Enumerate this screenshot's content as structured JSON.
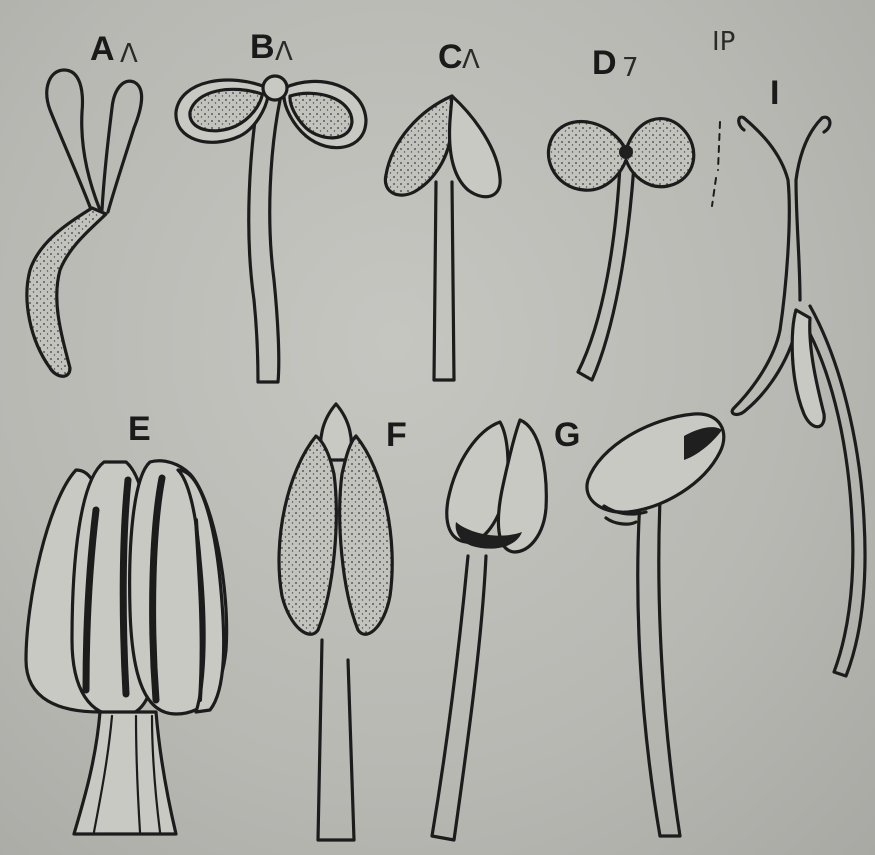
{
  "figure": {
    "labels": {
      "a": "A",
      "b": "B",
      "c": "C",
      "d": "D",
      "e": "E",
      "f": "F",
      "g": "G",
      "i": "I"
    },
    "annotations": {
      "a_mark": "ⴷ",
      "b_mark": "ⴷ",
      "c_mark": "ⴷ",
      "d_mark": "7",
      "ip_mark": "IP"
    },
    "colors": {
      "paper": "#b9b9b4",
      "ink": "#1c1c1c"
    }
  }
}
